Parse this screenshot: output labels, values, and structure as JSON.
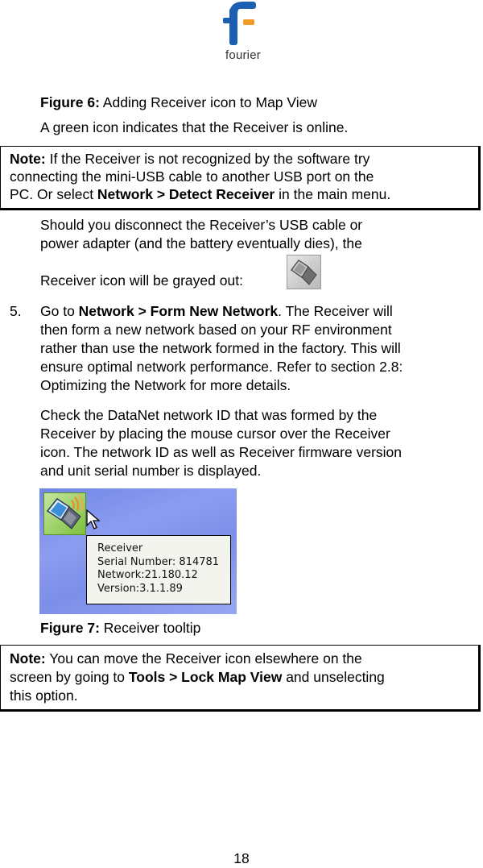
{
  "header": {
    "logo_text": "fourier",
    "logo_colors": {
      "blue": "#1a5fb4",
      "orange": "#f39a2c"
    }
  },
  "figure6_caption": {
    "label": "Figure 6:",
    "text": " Adding Receiver icon to Map View"
  },
  "green_icon_text": "A green icon indicates that the Receiver is online.",
  "note1": {
    "label": "Note:",
    "line1": " If the Receiver is not recognized by the software try",
    "line2": "connecting the mini-USB cable to another USB port on the",
    "line3_pre": "PC. Or select ",
    "line3_bold": "Network > Detect Receiver",
    "line3_post": " in the main menu."
  },
  "disconnect_para": {
    "line1": "Should you disconnect the Receiver’s USB cable or",
    "line2": "power adapter (and the battery eventually dies), the",
    "line3": "Receiver icon will be grayed out:",
    "icon": "receiver-grayed-icon"
  },
  "step5": {
    "number": "5.",
    "line1_pre": "Go to ",
    "line1_bold": "Network > Form New Network",
    "line1_post": ". The Receiver will",
    "line2": "then form a new network based on your RF environment",
    "line3": "rather than use the network formed in the factory. This will",
    "line4": "ensure optimal network performance. Refer to section 2.8:",
    "line5": "Optimizing the Network for more details."
  },
  "check_para": {
    "line1": "Check the DataNet network ID that was formed by the",
    "line2": "Receiver by placing the mouse cursor over the Receiver",
    "line3": "icon. The network ID as well as Receiver firmware version",
    "line4": "and unit serial number is displayed."
  },
  "figure7": {
    "icon": "receiver-online-icon",
    "tooltip": {
      "title": "Receiver",
      "serial": "Serial Number: 814781",
      "network": "Network:21.180.12",
      "version": "Version:3.1.1.89"
    }
  },
  "figure7_caption": {
    "label": "Figure 7:",
    "text": " Receiver tooltip"
  },
  "note2": {
    "label": "Note:",
    "line1": " You can move the Receiver icon elsewhere on the",
    "line2_pre": "screen by going to ",
    "line2_bold": "Tools > Lock Map View",
    "line2_post": " and unselecting",
    "line3": "this option."
  },
  "page_number": "18"
}
